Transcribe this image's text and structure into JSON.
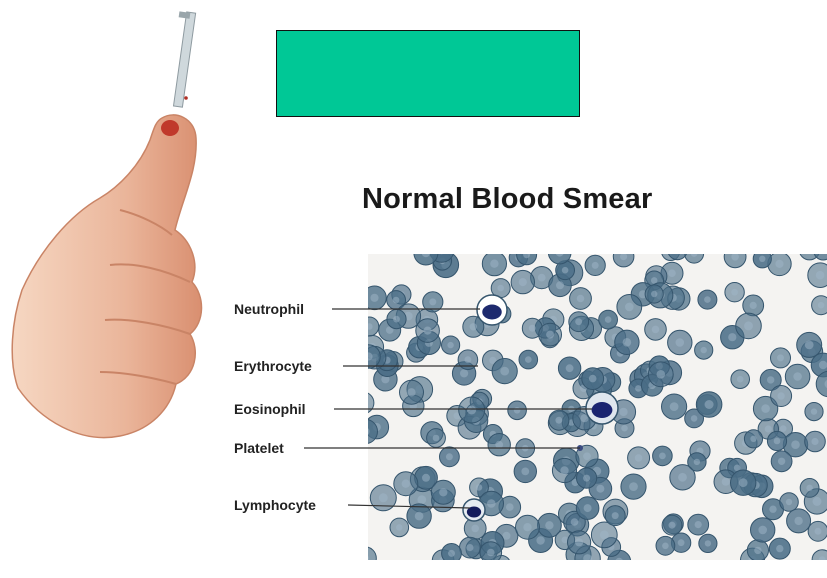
{
  "header": {
    "box_color": "#00c896",
    "title": "Normal Blood Smear"
  },
  "illustration": {
    "icon": "finger-prick-lancet-icon"
  },
  "smear": {
    "background": "#f4f3f1",
    "cell_color": "#4a6d86",
    "labels": {
      "neutrophil": "Neutrophil",
      "erythrocyte": "Erythrocyte",
      "eosinophil": "Eosinophil",
      "platelet": "Platelet",
      "lymphocyte": "Lymphocyte"
    }
  }
}
